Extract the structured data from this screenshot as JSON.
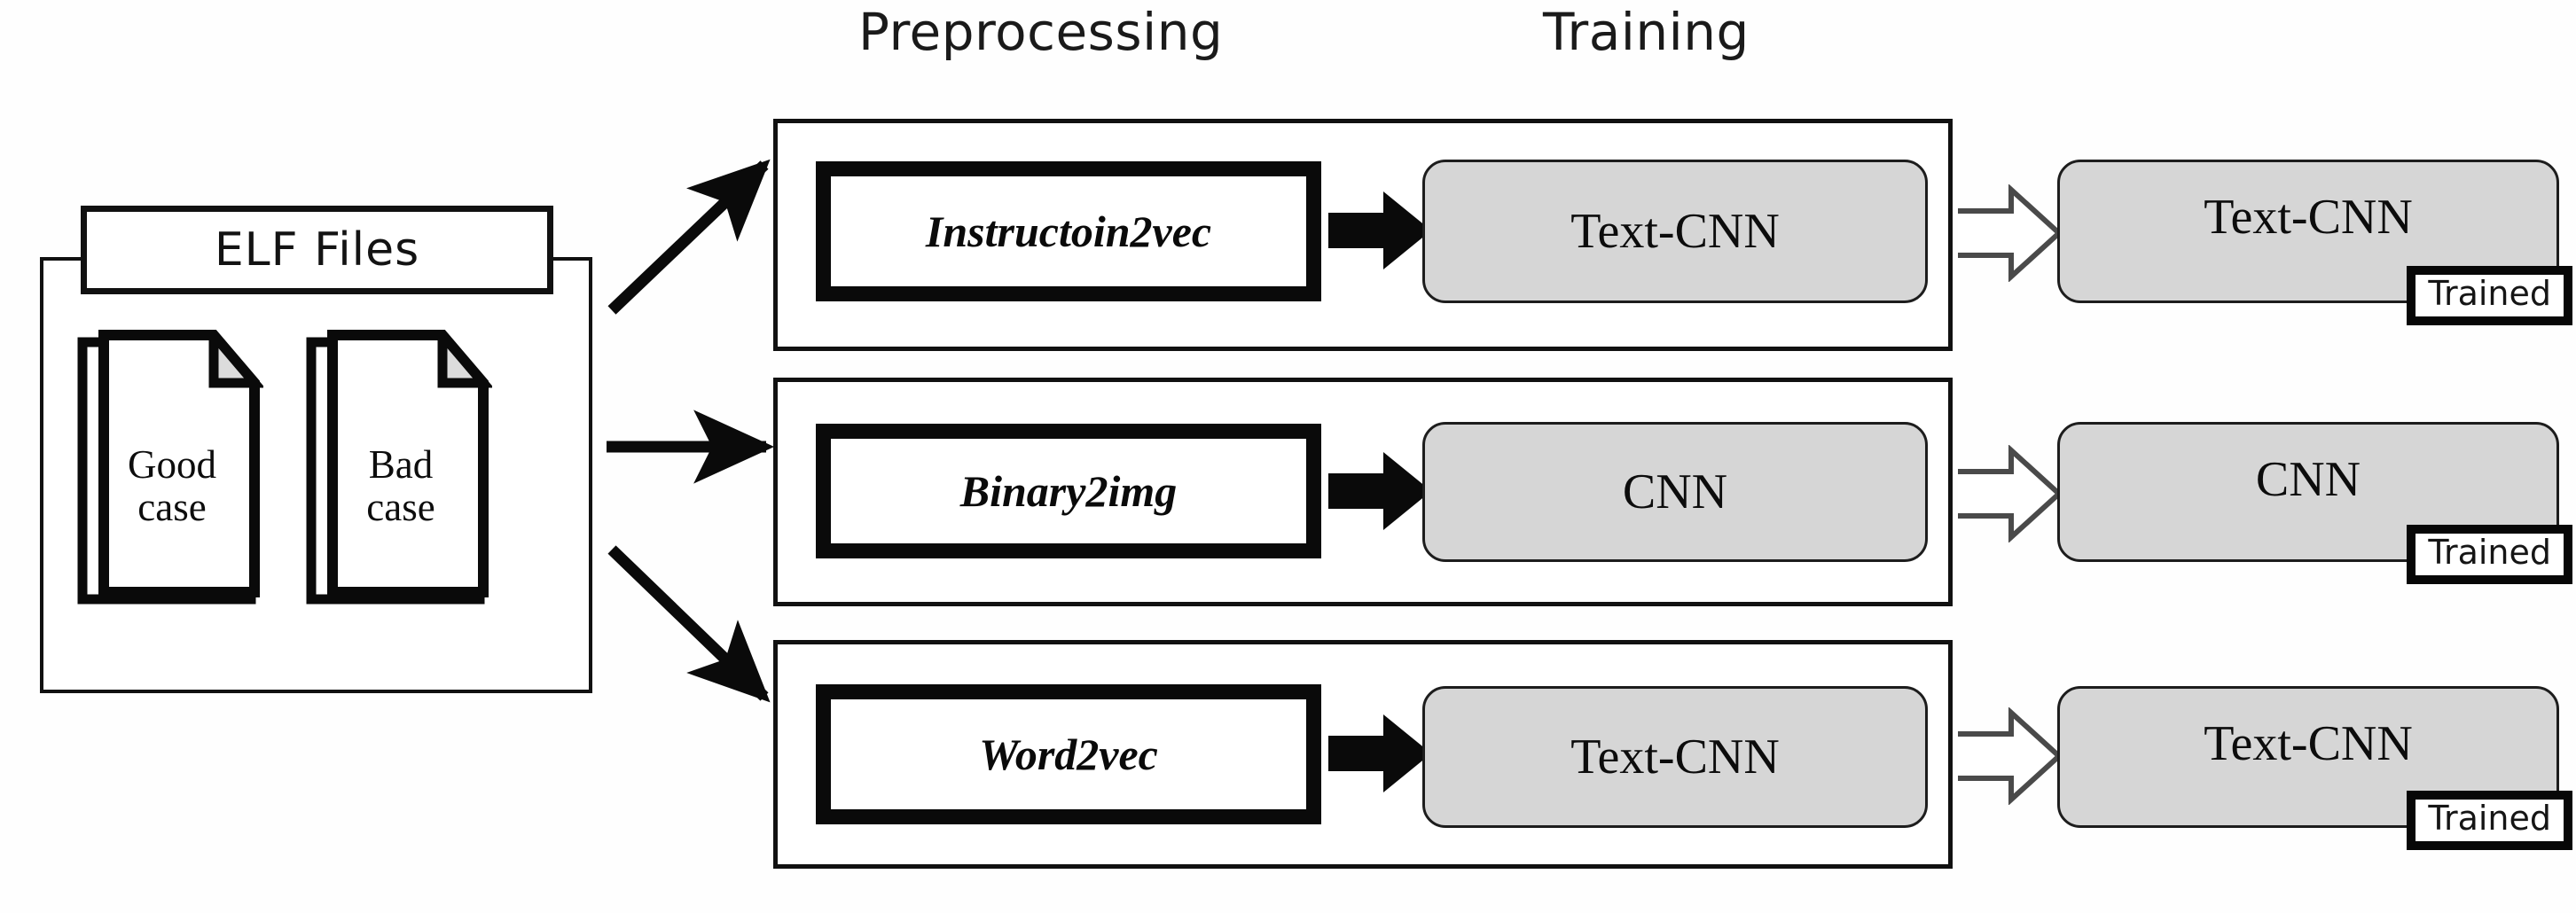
{
  "headings": {
    "preprocessing": "Preprocessing",
    "training": "Training"
  },
  "source": {
    "group_label": "ELF Files",
    "files": [
      {
        "icon": "document-icon",
        "line1": "Good",
        "line2": "case"
      },
      {
        "icon": "document-icon",
        "line1": "Bad",
        "line2": "case"
      }
    ]
  },
  "pipelines": [
    {
      "preprocessing": "Instructoin2vec",
      "flow_icon": "solid-right-arrow-icon",
      "model": "Text-CNN",
      "transition_icon": "hollow-right-arrow-icon",
      "trained_model": "Text-CNN",
      "trained_badge": "Trained"
    },
    {
      "preprocessing": "Binary2img",
      "flow_icon": "solid-right-arrow-icon",
      "model": "CNN",
      "transition_icon": "hollow-right-arrow-icon",
      "trained_model": "CNN",
      "trained_badge": "Trained"
    },
    {
      "preprocessing": "Word2vec",
      "flow_icon": "solid-right-arrow-icon",
      "model": "Text-CNN",
      "transition_icon": "hollow-right-arrow-icon",
      "trained_model": "Text-CNN",
      "trained_badge": "Trained"
    }
  ],
  "connectors": {
    "fanout_icon": "branching-arrows-icon",
    "count": 3
  },
  "colors": {
    "stroke": "#111111",
    "model_fill": "#d6d6d6",
    "page_background": "#ffffff",
    "text": "#0c0c0c"
  }
}
